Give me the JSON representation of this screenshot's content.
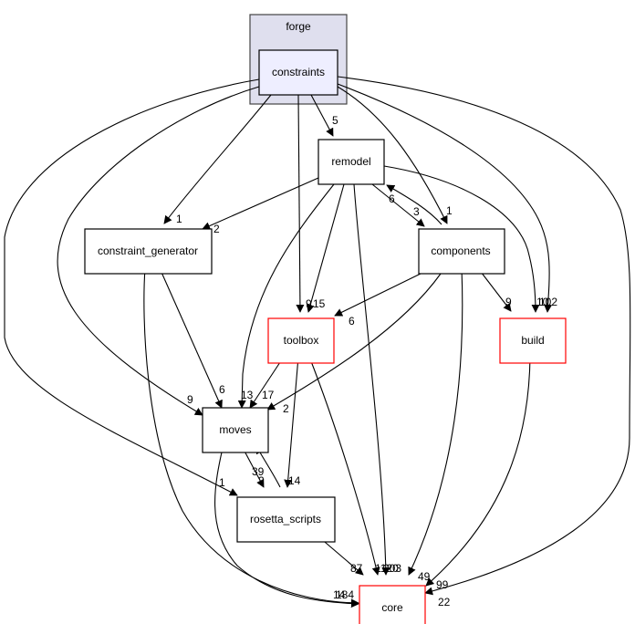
{
  "graph": {
    "cluster": {
      "label": "forge",
      "fill": "#dfdfee",
      "stroke": "#444444"
    },
    "nodes": {
      "constraints": {
        "label": "constraints",
        "fill": "#eeeeff",
        "stroke": "#000000"
      },
      "remodel": {
        "label": "remodel",
        "fill": "#ffffff",
        "stroke": "#000000"
      },
      "constraint_generator": {
        "label": "constraint_generator",
        "fill": "#ffffff",
        "stroke": "#000000"
      },
      "components": {
        "label": "components",
        "fill": "#ffffff",
        "stroke": "#000000"
      },
      "toolbox": {
        "label": "toolbox",
        "fill": "#ffffff",
        "stroke": "#ff0000"
      },
      "build": {
        "label": "build",
        "fill": "#ffffff",
        "stroke": "#ff0000"
      },
      "moves": {
        "label": "moves",
        "fill": "#ffffff",
        "stroke": "#000000"
      },
      "rosetta_scripts": {
        "label": "rosetta_scripts",
        "fill": "#ffffff",
        "stroke": "#000000"
      },
      "core": {
        "label": "core",
        "fill": "#ffffff",
        "stroke": "#ff0000"
      }
    },
    "edges": [
      {
        "from": "constraints",
        "to": "remodel",
        "label": "5"
      },
      {
        "from": "constraints",
        "to": "constraint_generator",
        "label": "1"
      },
      {
        "from": "constraints",
        "to": "components",
        "label": "1"
      },
      {
        "from": "constraints",
        "to": "toolbox",
        "label": "9"
      },
      {
        "from": "constraints",
        "to": "build",
        "label": "102"
      },
      {
        "from": "constraints",
        "to": "moves",
        "label": "9"
      },
      {
        "from": "constraints",
        "to": "rosetta_scripts",
        "label": "1"
      },
      {
        "from": "constraints",
        "to": "core",
        "label": "22"
      },
      {
        "from": "remodel",
        "to": "constraint_generator",
        "label": "2"
      },
      {
        "from": "remodel",
        "to": "components",
        "label": "3"
      },
      {
        "from": "remodel",
        "to": "toolbox",
        "label": "15"
      },
      {
        "from": "remodel",
        "to": "build",
        "label": "10"
      },
      {
        "from": "remodel",
        "to": "moves",
        "label": "13"
      },
      {
        "from": "remodel",
        "to": "core",
        "label": "203"
      },
      {
        "from": "components",
        "to": "remodel",
        "label": "6"
      },
      {
        "from": "components",
        "to": "toolbox",
        "label": "6"
      },
      {
        "from": "components",
        "to": "build",
        "label": "9"
      },
      {
        "from": "components",
        "to": "moves",
        "label": "2"
      },
      {
        "from": "components",
        "to": "core",
        "label": "49"
      },
      {
        "from": "constraint_generator",
        "to": "moves",
        "label": "6"
      },
      {
        "from": "constraint_generator",
        "to": "core",
        "label": "14"
      },
      {
        "from": "toolbox",
        "to": "moves",
        "label": "17"
      },
      {
        "from": "toolbox",
        "to": "rosetta_scripts",
        "label": "14"
      },
      {
        "from": "toolbox",
        "to": "core",
        "label": "1120"
      },
      {
        "from": "build",
        "to": "core",
        "label": "99"
      },
      {
        "from": "moves",
        "to": "rosetta_scripts",
        "label": "2"
      },
      {
        "from": "moves",
        "to": "core",
        "label": "184"
      },
      {
        "from": "rosetta_scripts",
        "to": "moves",
        "label": "39"
      },
      {
        "from": "rosetta_scripts",
        "to": "core",
        "label": "87"
      }
    ]
  }
}
